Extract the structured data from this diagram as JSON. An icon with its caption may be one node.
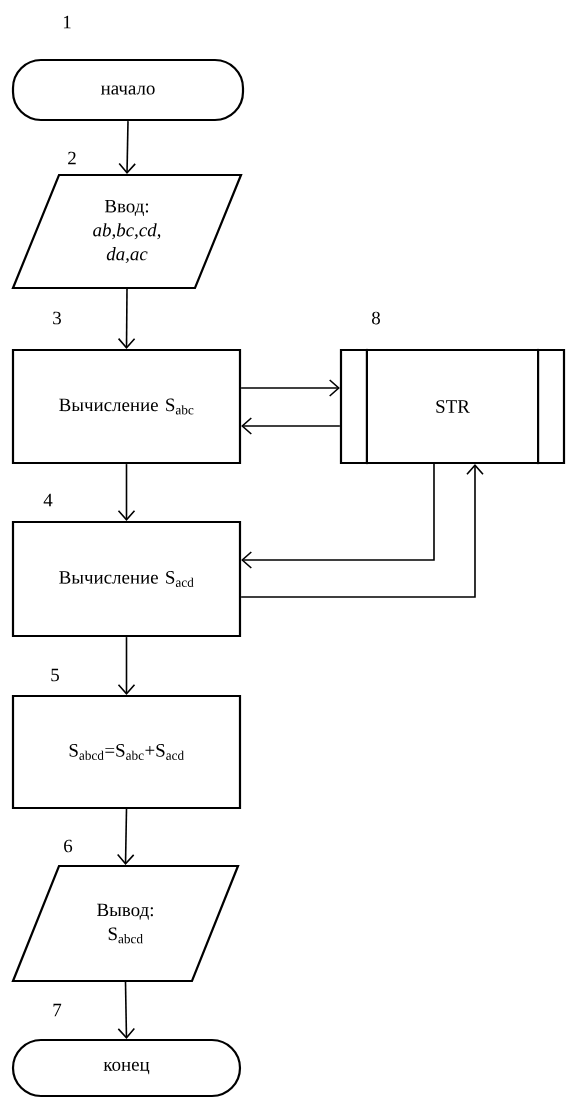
{
  "diagram": {
    "nodes": [
      {
        "text": [
          "начало"
        ],
        "beside": [
          "1"
        ]
      },
      {
        "text": [
          "Ввод: *ab,bc,cd, da,ac*"
        ],
        "beside": [
          "2"
        ]
      },
      {
        "text": [
          "Вычисление S$_{abc}$"
        ],
        "beside": [
          "3"
        ]
      },
      {
        "text": [
          "Вычисление S$_{acd}$"
        ],
        "beside": [
          "4"
        ]
      },
      {
        "text": [
          "S$_{abcd}$=S$_{abc}$+S$_{acd}$"
        ],
        "beside": [
          "5"
        ]
      },
      {
        "text": [
          "Вывод: S$_{abcd}$"
        ],
        "beside": [
          "6"
        ]
      },
      {
        "text": [
          "конец"
        ],
        "beside": [
          "7"
        ]
      },
      {
        "text": [
          "STR"
        ],
        "beside": [
          "8"
        ]
      }
    ],
    "edges": [
      {
        "from": 0,
        "to": 1,
        "arrow": "to"
      },
      {
        "from": 1,
        "to": 2,
        "arrow": "to"
      },
      {
        "from": 2,
        "to": 3,
        "arrow": "to"
      },
      {
        "from": 3,
        "to": 4,
        "arrow": "to"
      },
      {
        "from": 4,
        "to": 5,
        "arrow": "to"
      },
      {
        "from": 5,
        "to": 6,
        "arrow": "to"
      },
      {
        "from": 2,
        "to": 7,
        "arrow": "to"
      },
      {
        "from": 7,
        "to": 2,
        "arrow": "to"
      },
      {
        "from": 7,
        "to": 3,
        "arrow": "to"
      },
      {
        "from": 3,
        "to": 7,
        "arrow": "to"
      }
    ]
  }
}
